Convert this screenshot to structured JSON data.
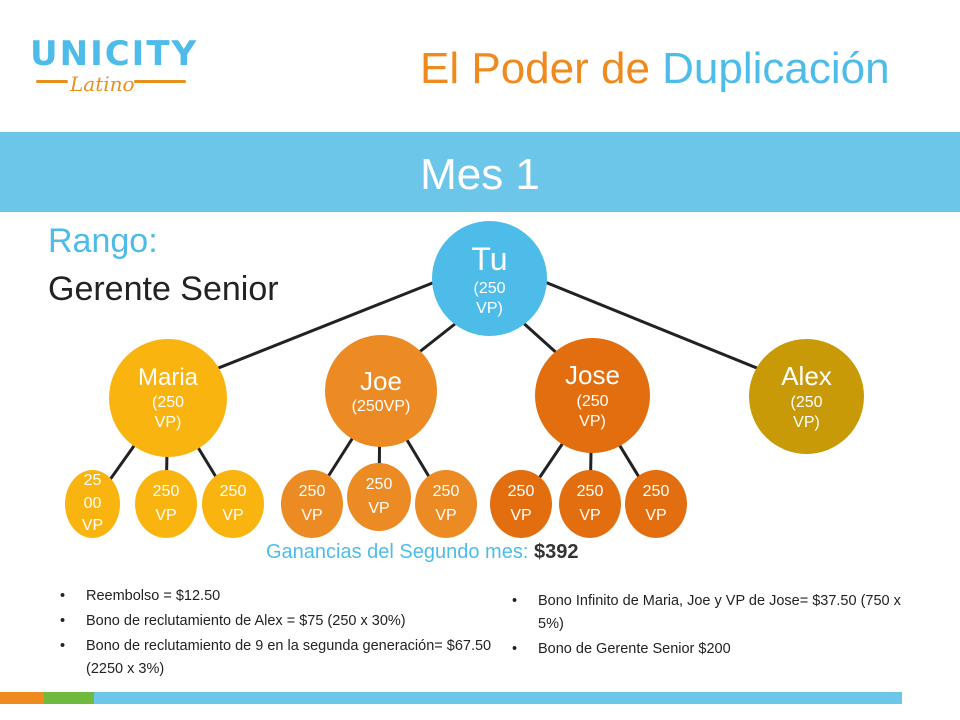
{
  "logo": {
    "brand": "UNICITY",
    "sub": "Latino"
  },
  "header": {
    "title_part1": "El Poder de ",
    "title_part2": "Duplicación"
  },
  "band": {
    "title": "Mes 1"
  },
  "rank": {
    "label": "Rango:",
    "value": "Gerente Senior"
  },
  "tree": {
    "root": {
      "name": "Tu",
      "vp": "(250 VP)"
    },
    "children": [
      {
        "name": "Maria",
        "vp": "(250 VP)"
      },
      {
        "name": "Joe",
        "vp": "(250VP)"
      },
      {
        "name": "Jose",
        "vp": "(250 VP)"
      },
      {
        "name": "Alex",
        "vp": "(250 VP)"
      }
    ],
    "leaves": {
      "maria": [
        "2500 VP",
        "250 VP",
        "250 VP"
      ],
      "joe": [
        "250 VP",
        "250 VP",
        "250 VP"
      ],
      "jose": [
        "250 VP",
        "250 VP",
        "250 VP"
      ]
    }
  },
  "earnings": {
    "label": "Ganancias del Segundo mes",
    "colon": ": ",
    "amount": "$392"
  },
  "bullets_left": [
    "Reembolso = $12.50",
    "Bono de reclutamiento de Alex = $75 (250 x 30%)",
    "Bono de reclutamiento de 9 en la segunda generación= $67.50 (2250 x 3%)"
  ],
  "bullets_right": [
    "Bono Infinito de Maria, Joe y VP de Jose= $37.50 (750 x 5%)",
    "Bono de Gerente Senior $200"
  ],
  "colors": {
    "blue": "#4dbce9",
    "band": "#6cc6ea",
    "orange": "#ef8a1e",
    "maria": "#f9b40f",
    "joe": "#ec8a23",
    "jose": "#e26e10",
    "alex": "#c99a08"
  }
}
